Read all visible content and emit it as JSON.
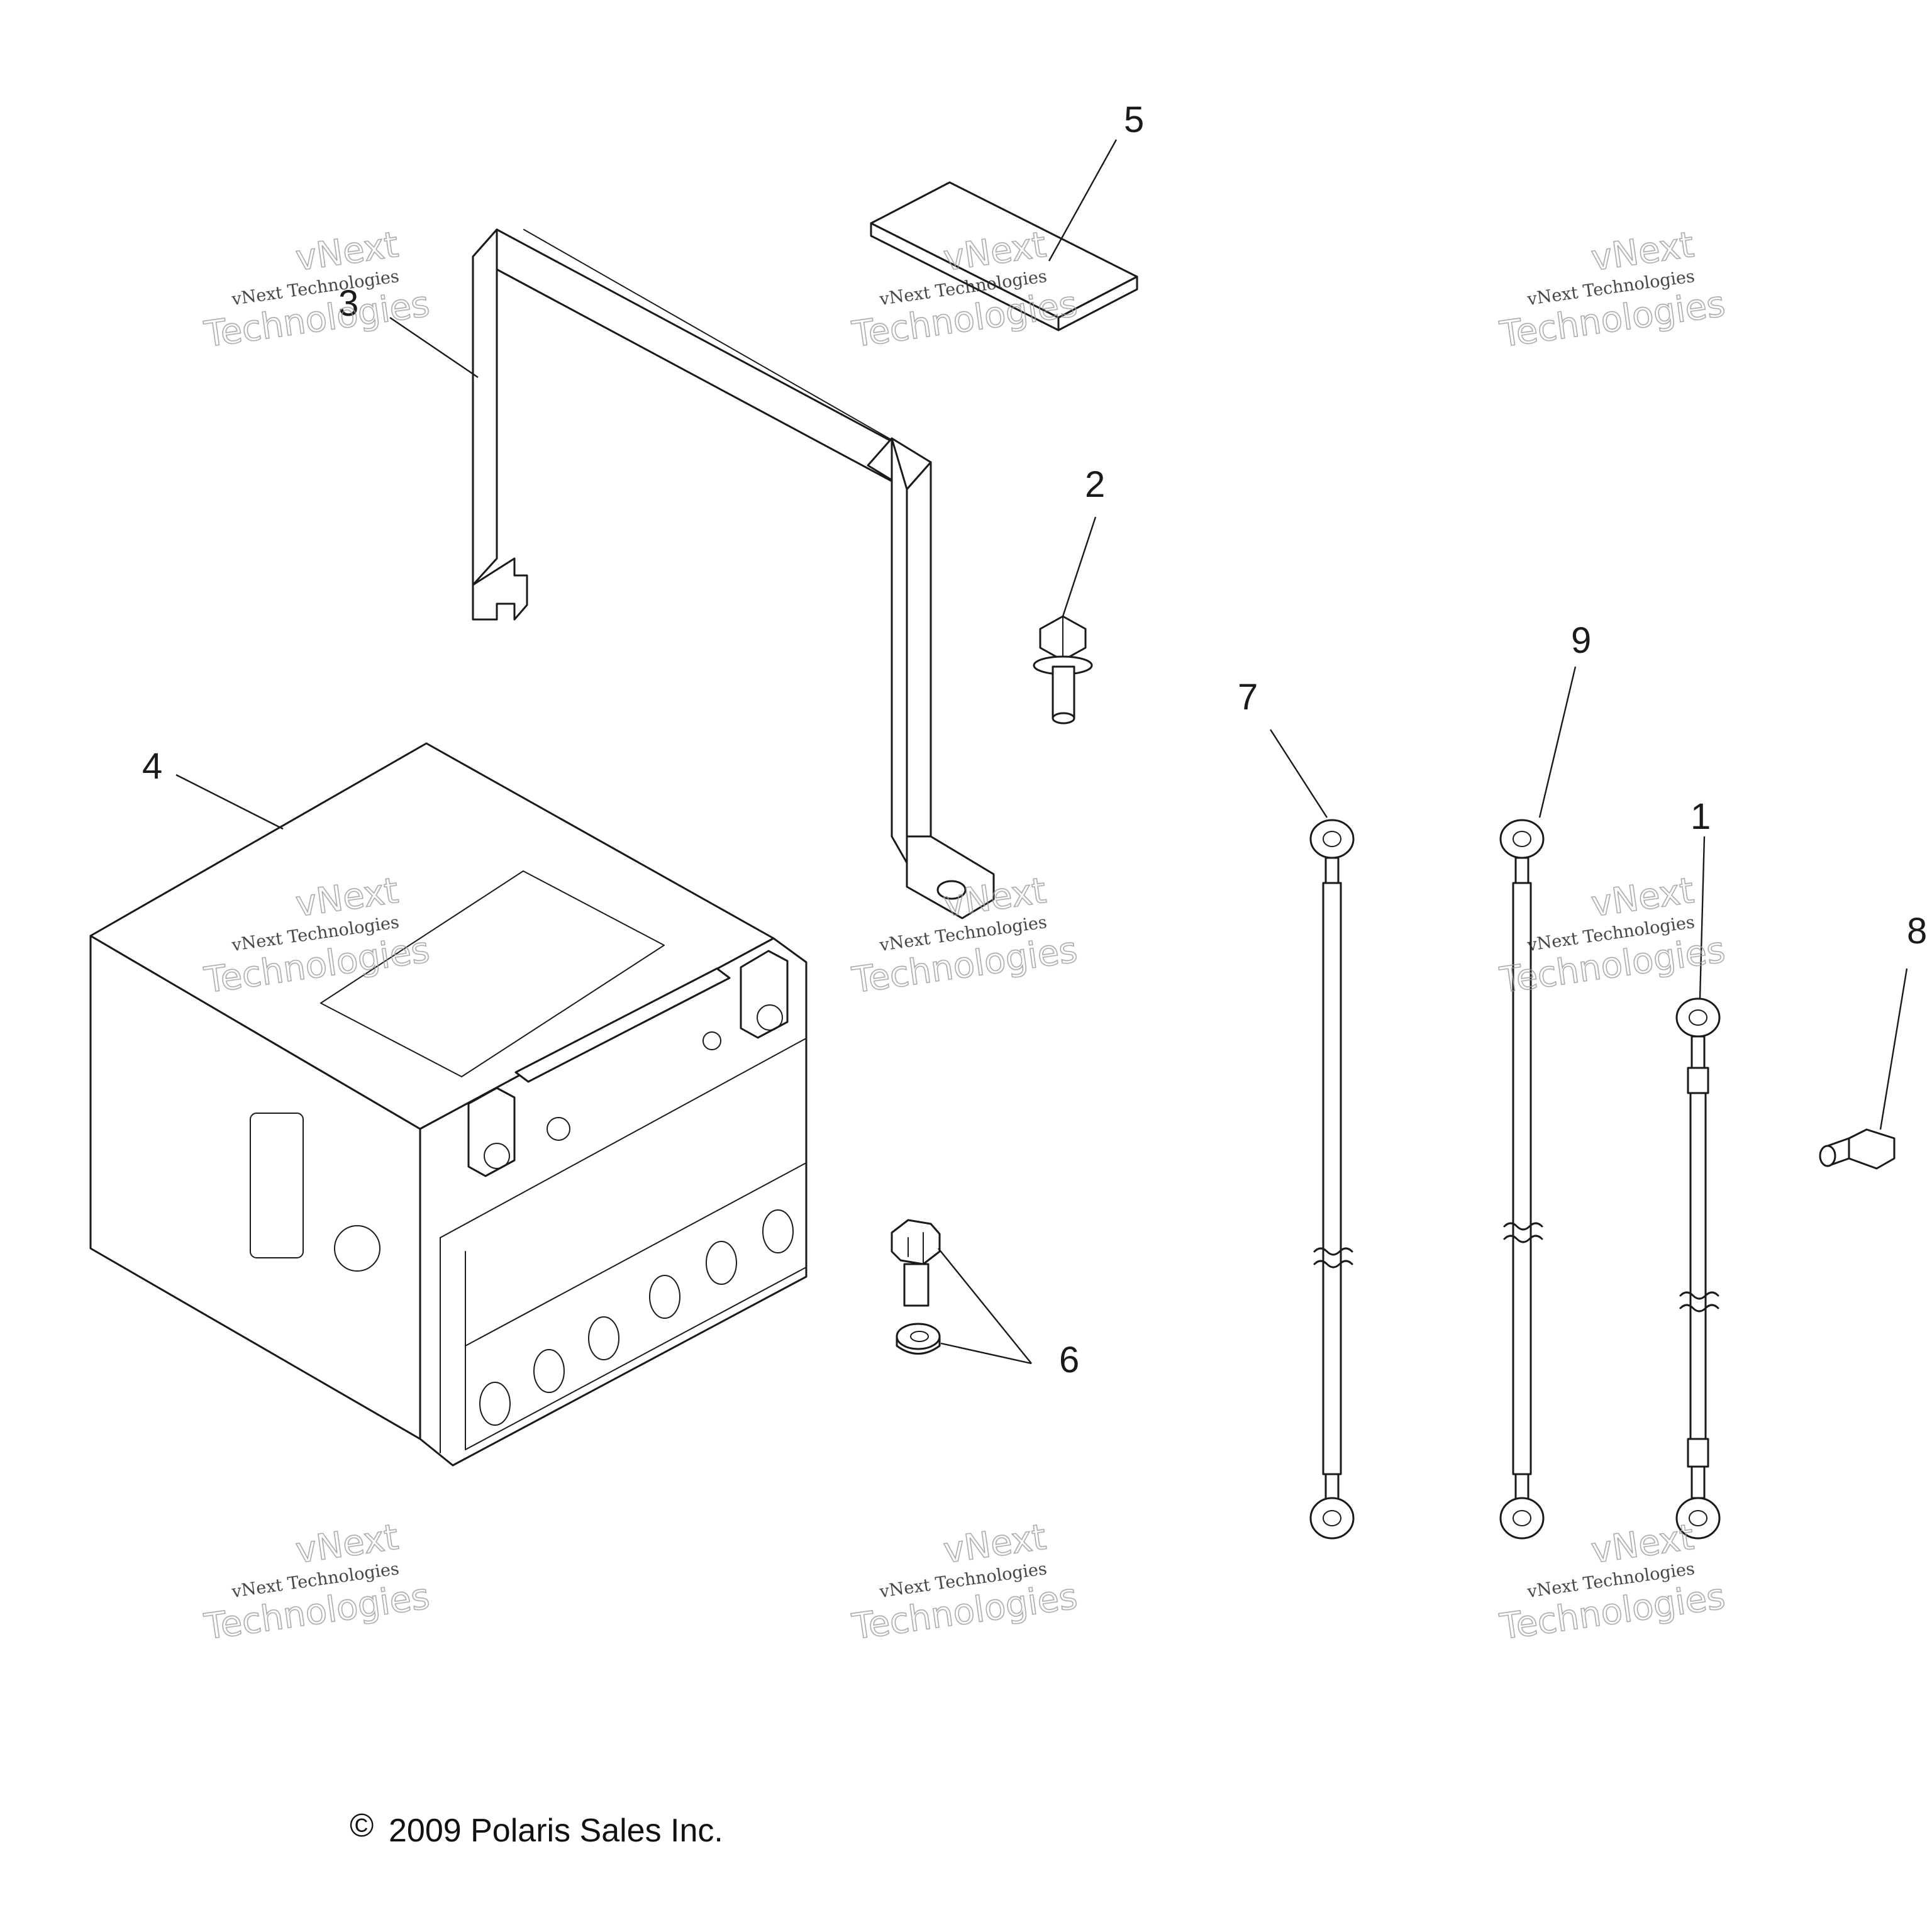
{
  "diagram": {
    "copyright": "2009 Polaris Sales Inc.",
    "copyright_symbol": "©",
    "watermark": {
      "line1": "vNext",
      "line2": "vNext Technologies",
      "line3": "Technologies"
    },
    "callouts": {
      "p1": "1",
      "p2": "2",
      "p3": "3",
      "p4": "4",
      "p5": "5",
      "p6": "6",
      "p7": "7",
      "p8": "8",
      "p9": "9"
    }
  }
}
